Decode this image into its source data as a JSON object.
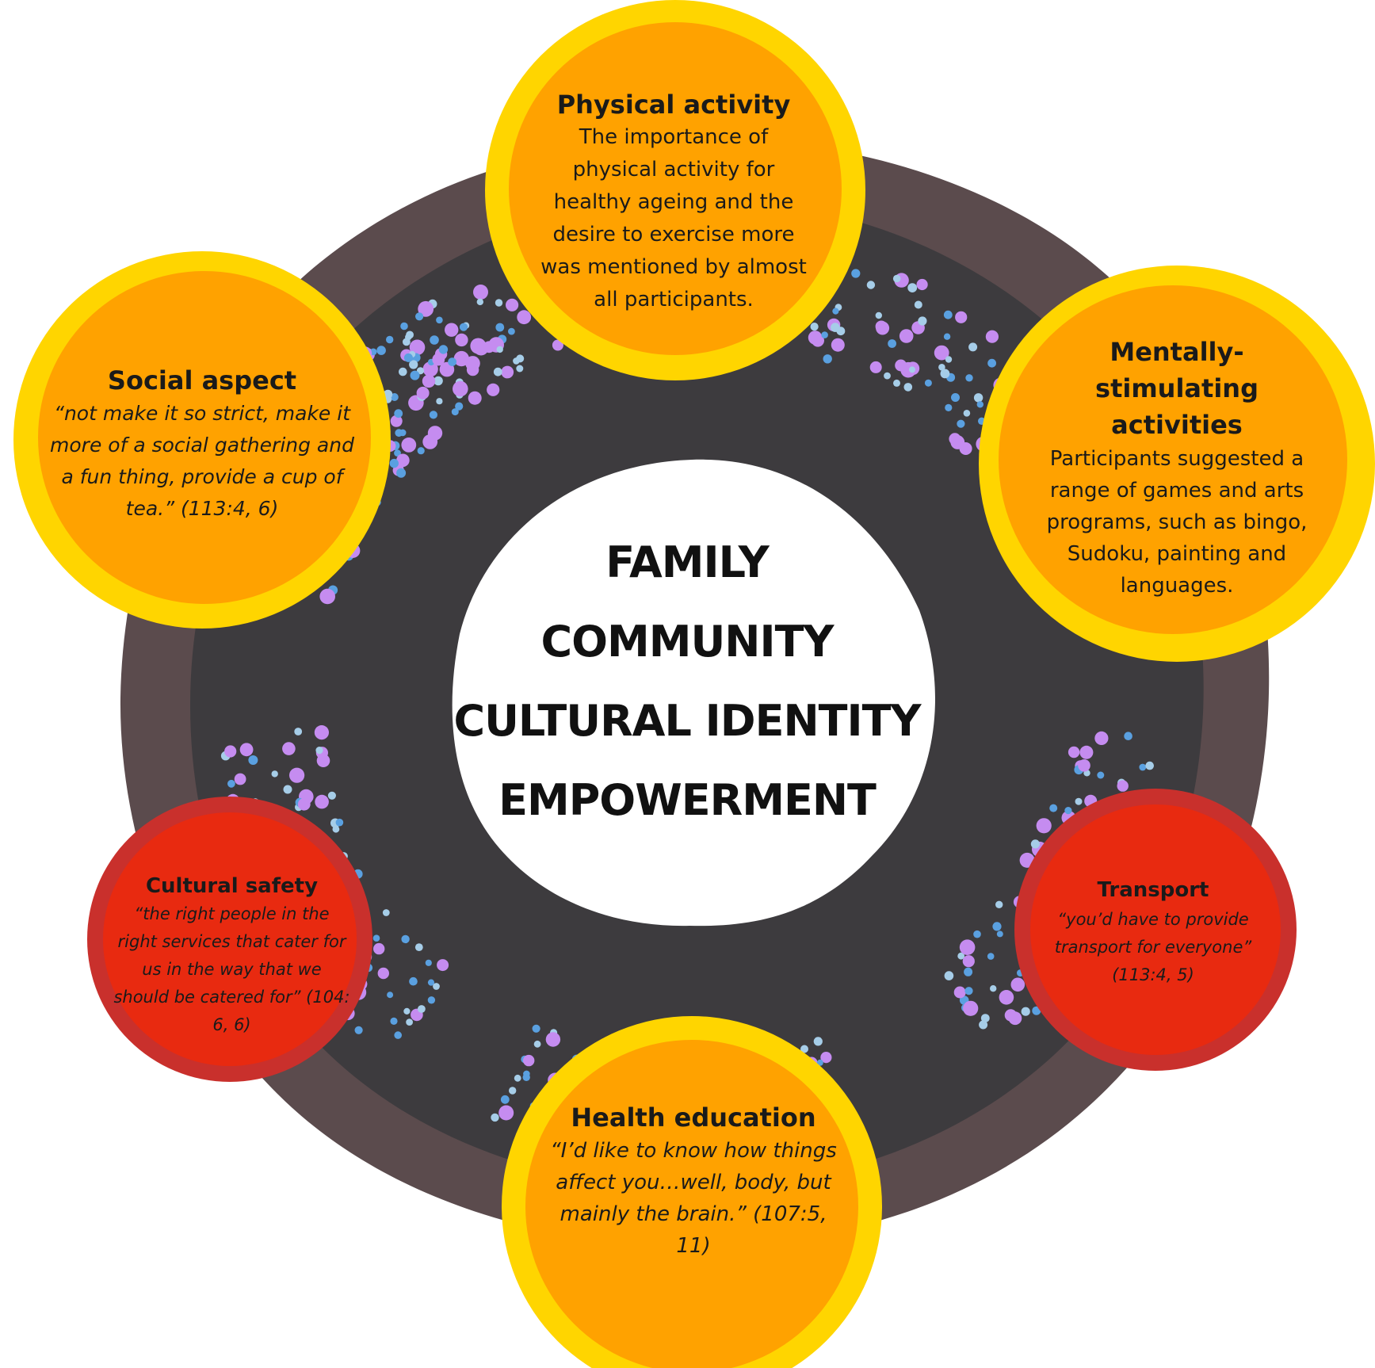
{
  "center": {
    "lines": [
      "FAMILY",
      "COMMUNITY",
      "CULTURAL IDENTITY",
      "EMPOWERMENT"
    ]
  },
  "nodes": {
    "physical": {
      "title": "Physical activity",
      "text": "The importance of physical activity for healthy ageing and the desire to exercise more was mentioned by almost all participants."
    },
    "mental": {
      "title": "Mentally-stimulating activities",
      "text": "Participants suggested a range of games and arts programs, such as bingo, Sudoku, painting and languages."
    },
    "social": {
      "title": "Social aspect",
      "quote": "“not make it so strict, make it more of a social gathering and a fun thing, provide a cup of tea.” (113:4, 6)"
    },
    "cultural": {
      "title": "Cultural safety",
      "quote": "“the right people in the right services that cater for us in the way that we should be catered for” (104: 6, 6)"
    },
    "transport": {
      "title": "Transport",
      "quote": "“you’d have to provide transport for everyone” (113:4, 5)"
    },
    "health": {
      "title": "Health education",
      "quote": "“I’d like to know how things affect you…well, body, but mainly the brain.” (107:5, 11)"
    }
  },
  "colors": {
    "outer_ring": "#5b4b4d",
    "inner_ring": "#3d3b3e",
    "center": "#ffffff",
    "yellow_border": "#ffd500",
    "orange_fill": "#ffa200",
    "red_fill": "#e82a10",
    "red_border": "#c9302c",
    "dot_purple": "#c58cf0",
    "dot_blue": "#5aa0e0",
    "dot_lightblue": "#a6cde8"
  }
}
